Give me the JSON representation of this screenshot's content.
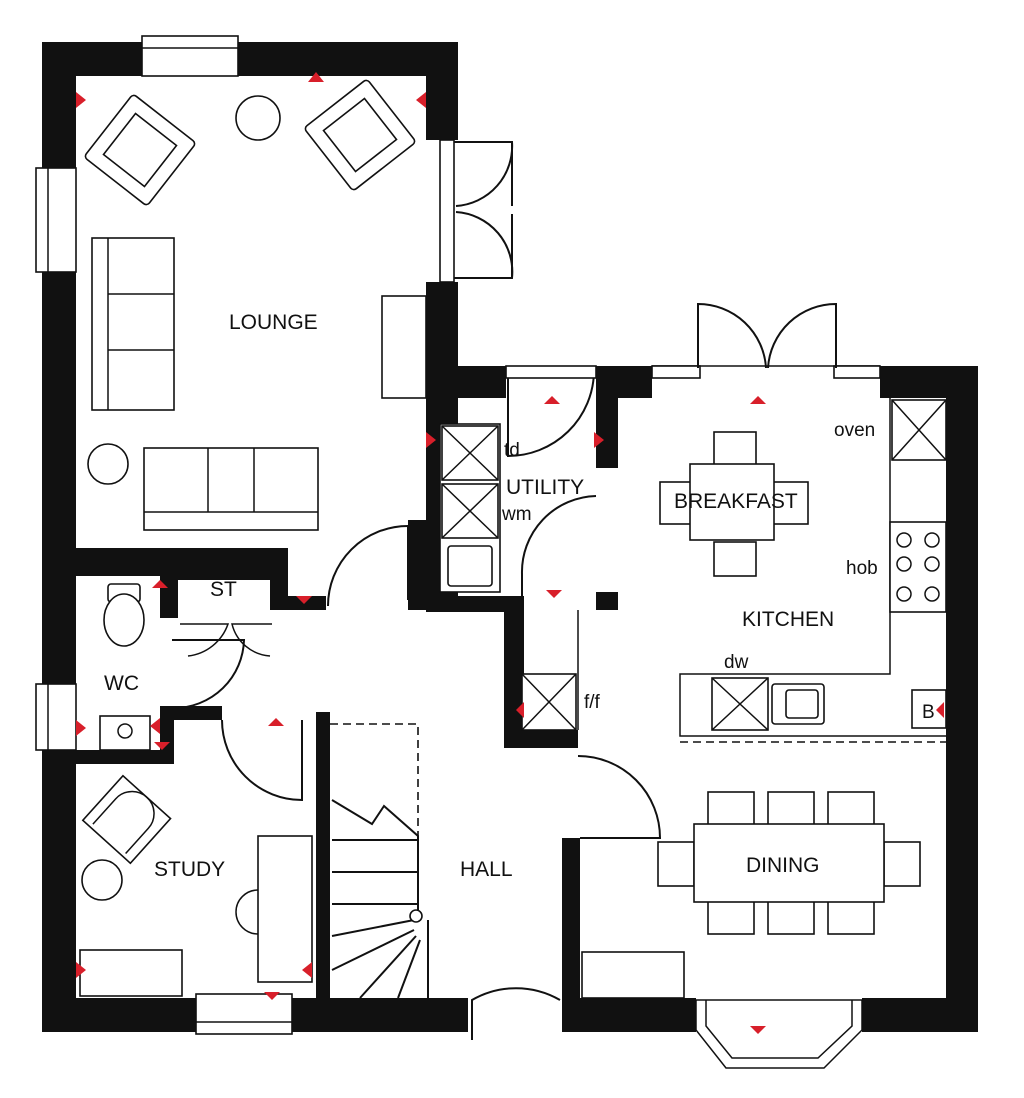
{
  "rooms": {
    "lounge": "LOUNGE",
    "utility": "UTILITY",
    "breakfast": "BREAKFAST",
    "kitchen": "KITCHEN",
    "st": "ST",
    "wc": "WC",
    "study": "STUDY",
    "hall": "HALL",
    "dining": "DINING"
  },
  "fixtures": {
    "td": "td",
    "wm": "wm",
    "oven": "oven",
    "hob": "hob",
    "dw": "dw",
    "ff": "f/f",
    "boiler": "B"
  },
  "colors": {
    "walls": "#111111",
    "markers": "#d81f2a"
  }
}
